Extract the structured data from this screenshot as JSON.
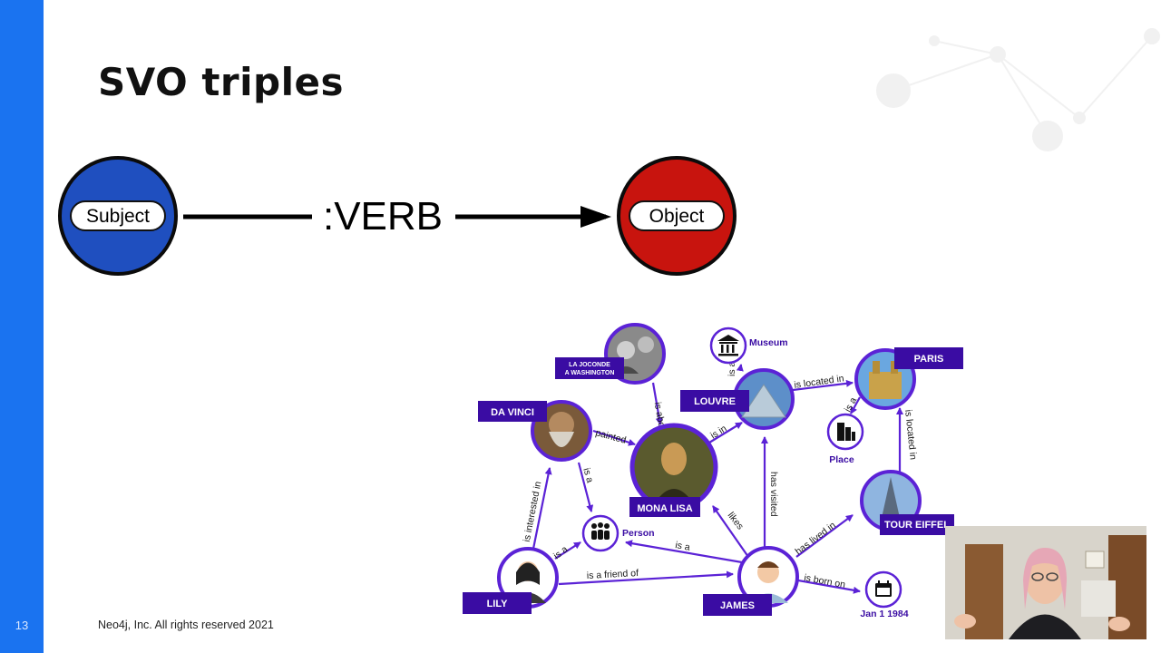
{
  "slide": {
    "title": "SVO triples",
    "number": "13",
    "footer": "Neo4j, Inc. All rights reserved 2021"
  },
  "svo": {
    "subject": "Subject",
    "verb": ":VERB",
    "object": "Object"
  },
  "graph": {
    "nodes": {
      "joconde": "LA JOCONDE\nA WASHINGTON",
      "joconde_l1": "LA JOCONDE",
      "joconde_l2": "A WASHINGTON",
      "museum": "Museum",
      "paris": "PARIS",
      "davinci": "DA VINCI",
      "louvre": "LOUVRE",
      "place": "Place",
      "monalisa": "MONA LISA",
      "person": "Person",
      "tour_eiffel": "TOUR EIFFEL",
      "lily": "LILY",
      "james": "JAMES",
      "jan": "Jan 1 1984"
    },
    "edges": {
      "is_about": "is about",
      "is_a_museum": "is a",
      "is_located_in_paris": "is located in",
      "is_a_place": "is a",
      "painted": "painted",
      "is_in": "is in",
      "is_located_in_eiffel": "is located in",
      "is_a_davinci": "is a",
      "is_interested_in": "is interested in",
      "has_visited": "has visited",
      "likes": "likes",
      "is_a_james": "is a",
      "has_lived_in": "has lived in",
      "is_a_lily": "is a",
      "is_a_friend_of": "is a friend of",
      "is_born_on": "is born on"
    }
  },
  "colors": {
    "sidebar": "#1a73f0",
    "subject": "#1f4fbf",
    "object": "#c8140e",
    "graph_purple": "#5b22d6",
    "label_bg": "#3a0ca3"
  },
  "icons": {
    "museum": "museum-icon",
    "place": "building-icon",
    "person": "people-icon",
    "date": "calendar-icon"
  }
}
